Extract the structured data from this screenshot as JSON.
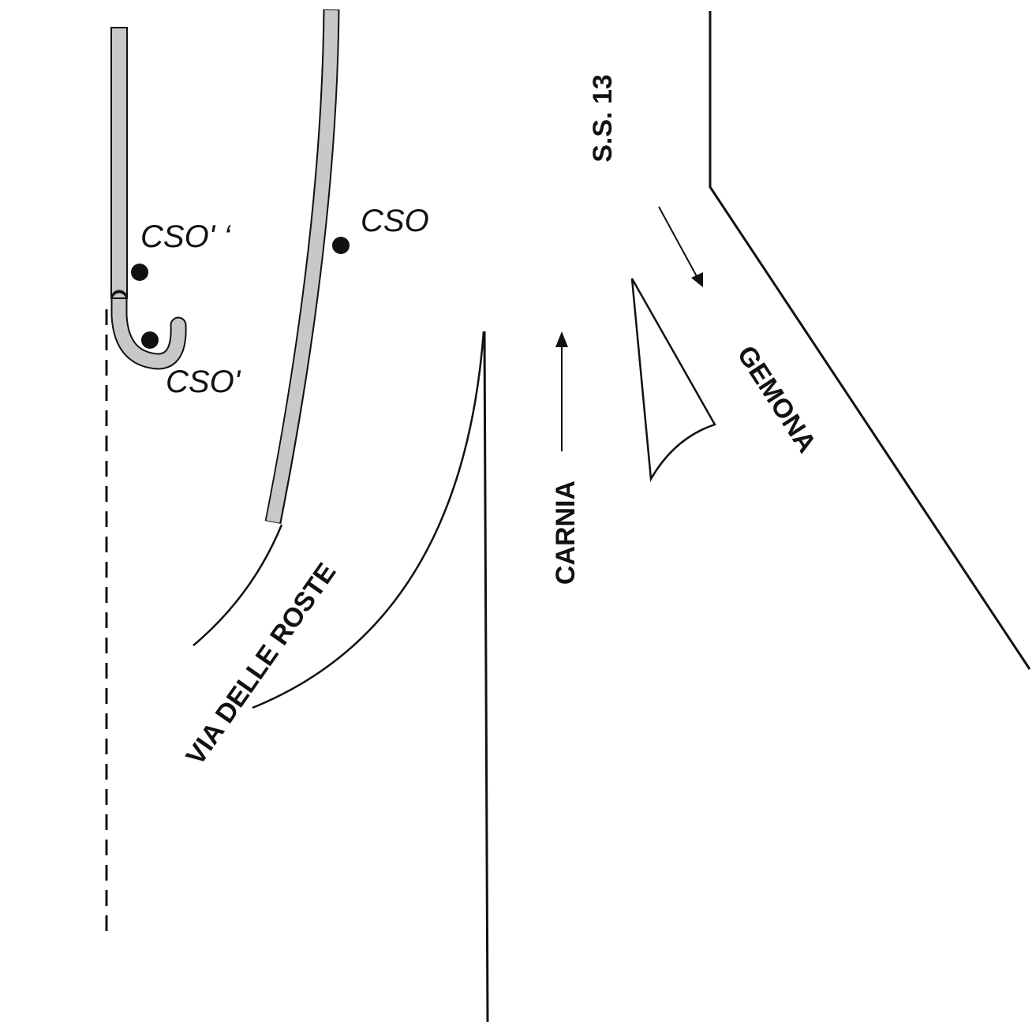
{
  "labels": {
    "cso_double_prime": "CSO' ‘",
    "cso_prime": "CSO'",
    "cso": "CSO",
    "ss13": "S.S. 13",
    "gemona": "GEMONA",
    "carnia": "CARNIA",
    "via_delle_roste": "VIA DELLE ROSTE"
  },
  "colors": {
    "line": "#111111",
    "wall_fill": "#c8c8c8"
  }
}
